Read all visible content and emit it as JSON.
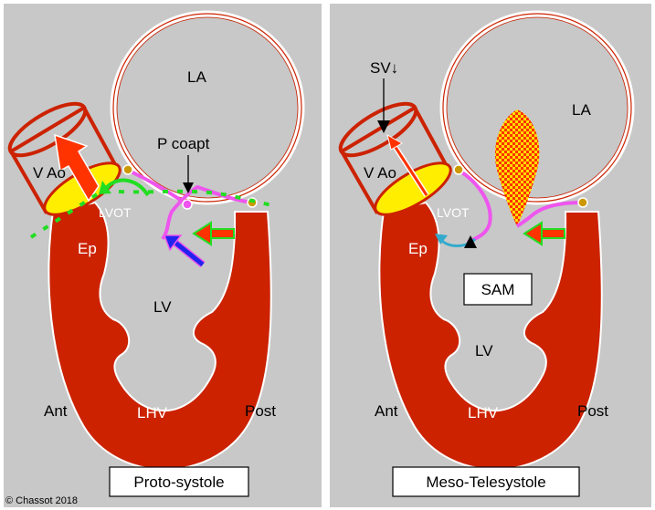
{
  "colors": {
    "background": "#c8c8c8",
    "myocardium": "#cc2200",
    "valve_leaflet": "#ee55ee",
    "aortic_annulus": "#ffee00",
    "coaptation_dots": "#22dd22",
    "arrow_blue": "#2222ee",
    "arrow_red_green": "#ff3300",
    "septum_flow": "#33aacc"
  },
  "copyright": "© Chassot 2018",
  "panels": [
    {
      "caption": "Proto-systole",
      "labels": {
        "la": "LA",
        "v_ao": "V Ao",
        "lvot": "LVOT",
        "ep": "Ep",
        "lv": "LV",
        "lhv": "LHV",
        "ant": "Ant",
        "post": "Post",
        "p_coapt": "P coapt"
      }
    },
    {
      "caption": "Meso-Telesystole",
      "labels": {
        "la": "LA",
        "v_ao": "V Ao",
        "lvot": "LVOT",
        "ep": "Ep",
        "lv": "LV",
        "lhv": "LHV",
        "ant": "Ant",
        "post": "Post",
        "sv": "SV↓",
        "sam": "SAM"
      }
    }
  ]
}
